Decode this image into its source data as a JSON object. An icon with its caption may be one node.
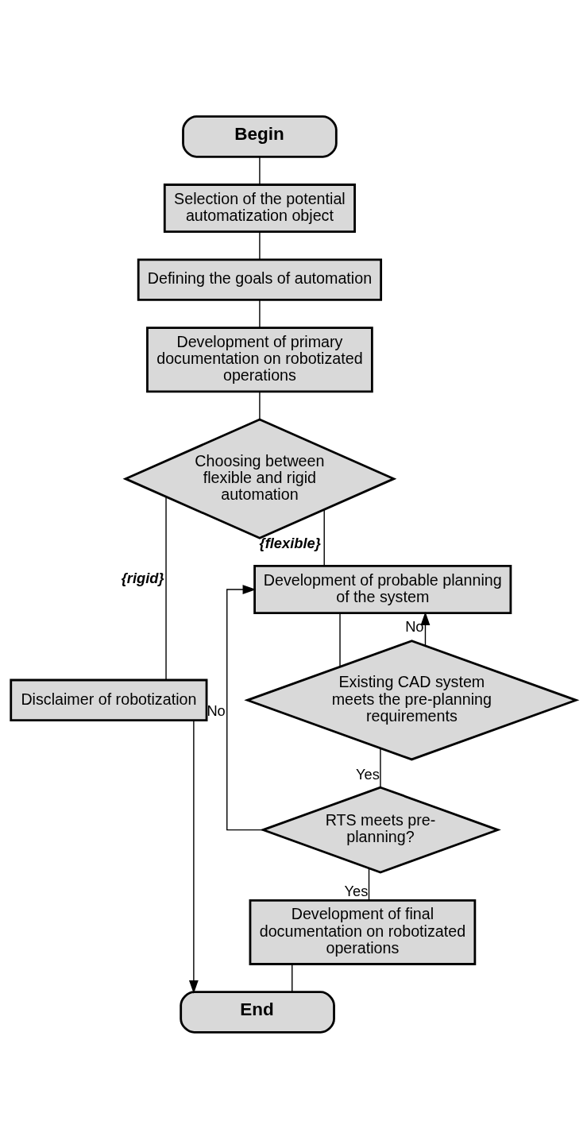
{
  "diagram": {
    "nodes": [
      {
        "text": [
          "Begin"
        ]
      },
      {
        "text": [
          "Selection of the potential automatization object"
        ]
      },
      {
        "text": [
          "Defining the goals of automation"
        ]
      },
      {
        "text": [
          "Development of primary documentation on robotizated operations"
        ]
      },
      {
        "text": [
          "Choosing between flexible and rigid automation"
        ]
      },
      {
        "text": [
          "Disclaimer of robotization"
        ]
      },
      {
        "text": [
          "Development of probable planning of the system"
        ]
      },
      {
        "text": [
          "Existing CAD system meets the pre-planning requirements"
        ]
      },
      {
        "text": [
          "RTS meets pre-planning?"
        ]
      },
      {
        "text": [
          "Development of final documentation on robotizated operations"
        ]
      },
      {
        "text": [
          "End"
        ]
      }
    ],
    "edges": [
      {
        "from": 0,
        "to": 1,
        "arrow": "none"
      },
      {
        "from": 1,
        "to": 2,
        "arrow": "none"
      },
      {
        "from": 2,
        "to": 3,
        "arrow": "none"
      },
      {
        "from": 3,
        "to": 4,
        "arrow": "none"
      },
      {
        "from": 4,
        "to": 5,
        "arrow": "none",
        "label": "{rigid}"
      },
      {
        "from": 4,
        "to": 6,
        "arrow": "none",
        "label": "{flexible}"
      },
      {
        "from": 7,
        "to": 6,
        "arrow": "to",
        "label": "No"
      },
      {
        "from": 8,
        "to": 6,
        "arrow": "to",
        "label": "No"
      },
      {
        "from": 6,
        "to": 7,
        "arrow": "none"
      },
      {
        "from": 7,
        "to": 8,
        "arrow": "none",
        "label": "Yes"
      },
      {
        "from": 8,
        "to": 9,
        "arrow": "none",
        "label": "Yes"
      },
      {
        "from": 9,
        "to": 10,
        "arrow": "none"
      },
      {
        "from": 5,
        "to": 10,
        "arrow": "to"
      }
    ]
  }
}
